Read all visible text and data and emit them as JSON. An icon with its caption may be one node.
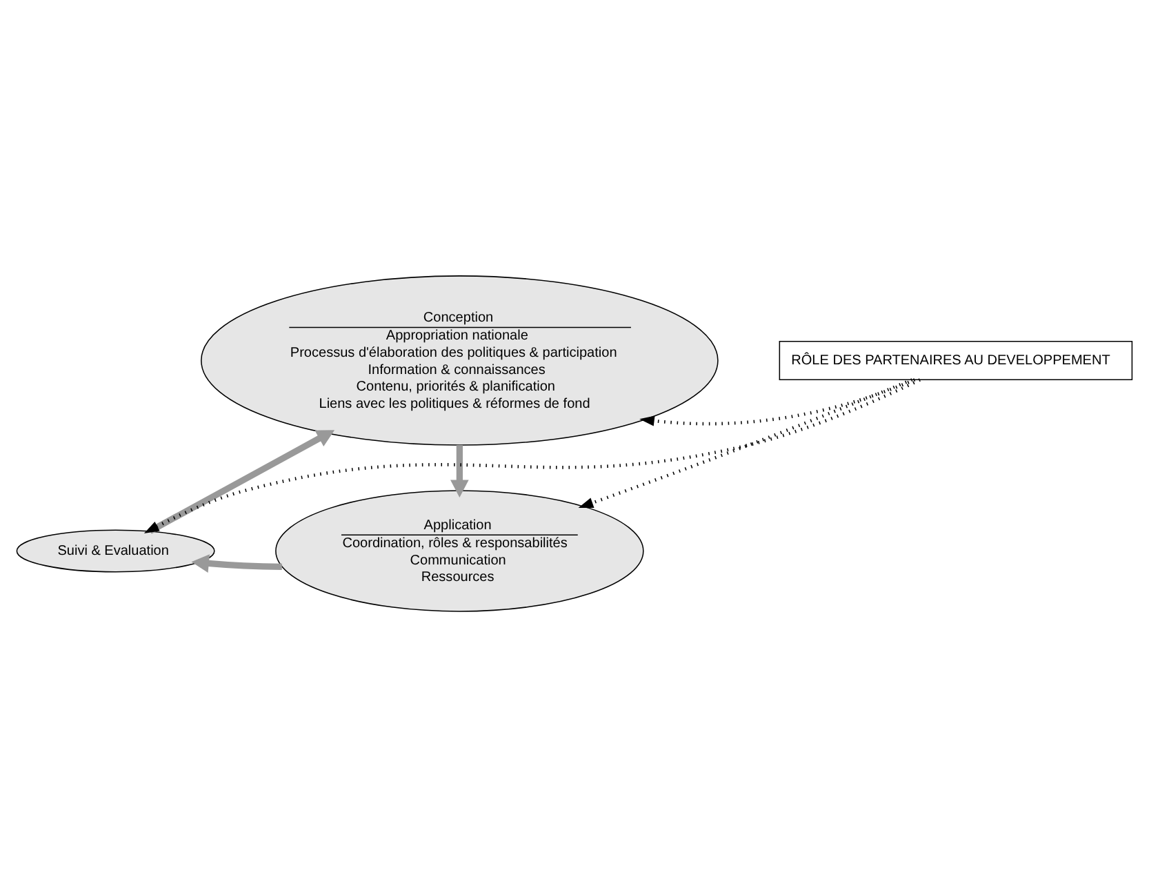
{
  "diagram": {
    "nodes": [
      {
        "text": [
          "Conception",
          "Appropriation nationale",
          "Processus d'élaboration des politiques & participation",
          "Information & connaissances",
          "Contenu, priorités & planification",
          "Liens avec les politiques & réformes de fond"
        ]
      },
      {
        "text": [
          "Application",
          "Coordination, rôles & responsabilités",
          "Communication",
          "Ressources"
        ]
      },
      {
        "text": [
          "Suivi & Evaluation"
        ]
      },
      {
        "text": [
          "RÔLE DES PARTENAIRES AU DEVELOPPEMENT"
        ]
      }
    ],
    "edges": [
      {
        "from": 0,
        "to": 1,
        "arrow": "to",
        "style": "thick",
        "color": "#999999"
      },
      {
        "from": 1,
        "to": 2,
        "arrow": "to",
        "style": "thick",
        "color": "#999999"
      },
      {
        "from": 2,
        "to": 0,
        "arrow": "to",
        "style": "thick",
        "color": "#999999"
      },
      {
        "from": 3,
        "to": 0,
        "arrow": "to",
        "style": "dashed",
        "color": "#000000"
      },
      {
        "from": 3,
        "to": 1,
        "arrow": "to",
        "style": "dashed",
        "color": "#000000"
      },
      {
        "from": 3,
        "to": 2,
        "arrow": "to",
        "style": "dashed",
        "color": "#000000"
      }
    ]
  }
}
